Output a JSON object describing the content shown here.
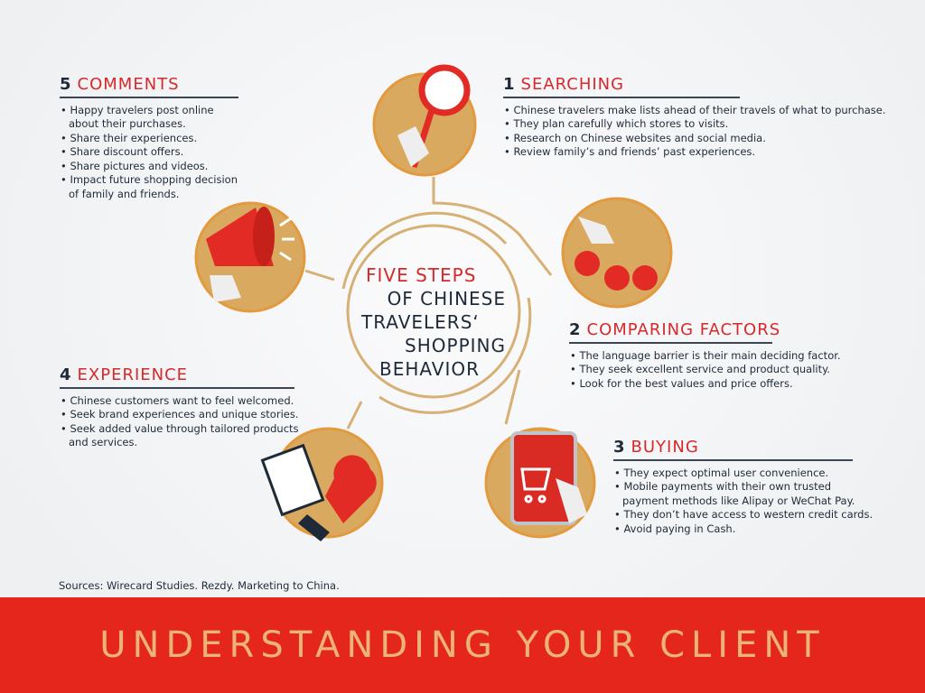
{
  "center_title": {
    "line1": "FIVE STEPS",
    "line2": "OF CHINESE",
    "line3": "TRAVELERS‘",
    "line4": "SHOPPING",
    "line5": "BEHAVIOR"
  },
  "steps": [
    {
      "num": "1",
      "title": "SEARCHING",
      "icon": "magnifier-icon",
      "items": [
        "Chinese travelers make lists ahead of their travels of what to purchase.",
        "They plan carefully which stores to visits.",
        "Research on Chinese websites and social media.",
        "Review family’s and friends’ past experiences."
      ]
    },
    {
      "num": "2",
      "title": "COMPARING FACTORS",
      "icon": "shoes-comparison-icon",
      "items": [
        "The language barrier is their main deciding factor.",
        "They seek excellent service and product quality.",
        "Look for the best values and price offers."
      ]
    },
    {
      "num": "3",
      "title": "BUYING",
      "icon": "tablet-cart-icon",
      "items": [
        "They expect optimal user convenience.",
        "Mobile payments with their own trusted payment methods like Alipay or WeChat Pay.",
        "They don’t have access to western credit cards.",
        "Avoid paying in Cash."
      ]
    },
    {
      "num": "4",
      "title": "EXPERIENCE",
      "icon": "clipboard-heart-icon",
      "items": [
        "Chinese customers want to feel welcomed.",
        "Seek brand experiences and unique stories.",
        "Seek added value through tailored products and services."
      ]
    },
    {
      "num": "5",
      "title": "COMMENTS",
      "icon": "megaphone-icon",
      "items": [
        "Happy travelers post online about their purchases.",
        "Share their experiences.",
        "Share discount offers.",
        "Share pictures and videos.",
        "Impact future shopping decision of family and friends."
      ]
    }
  ],
  "sources": "Sources: Wirecard Studies. Rezdy. Marketing to China.",
  "banner": "UNDERSTANDING YOUR CLIENT",
  "colors": {
    "accent_red": "#d8282a",
    "gold": "#d9a95f",
    "banner": "#e5261d"
  }
}
